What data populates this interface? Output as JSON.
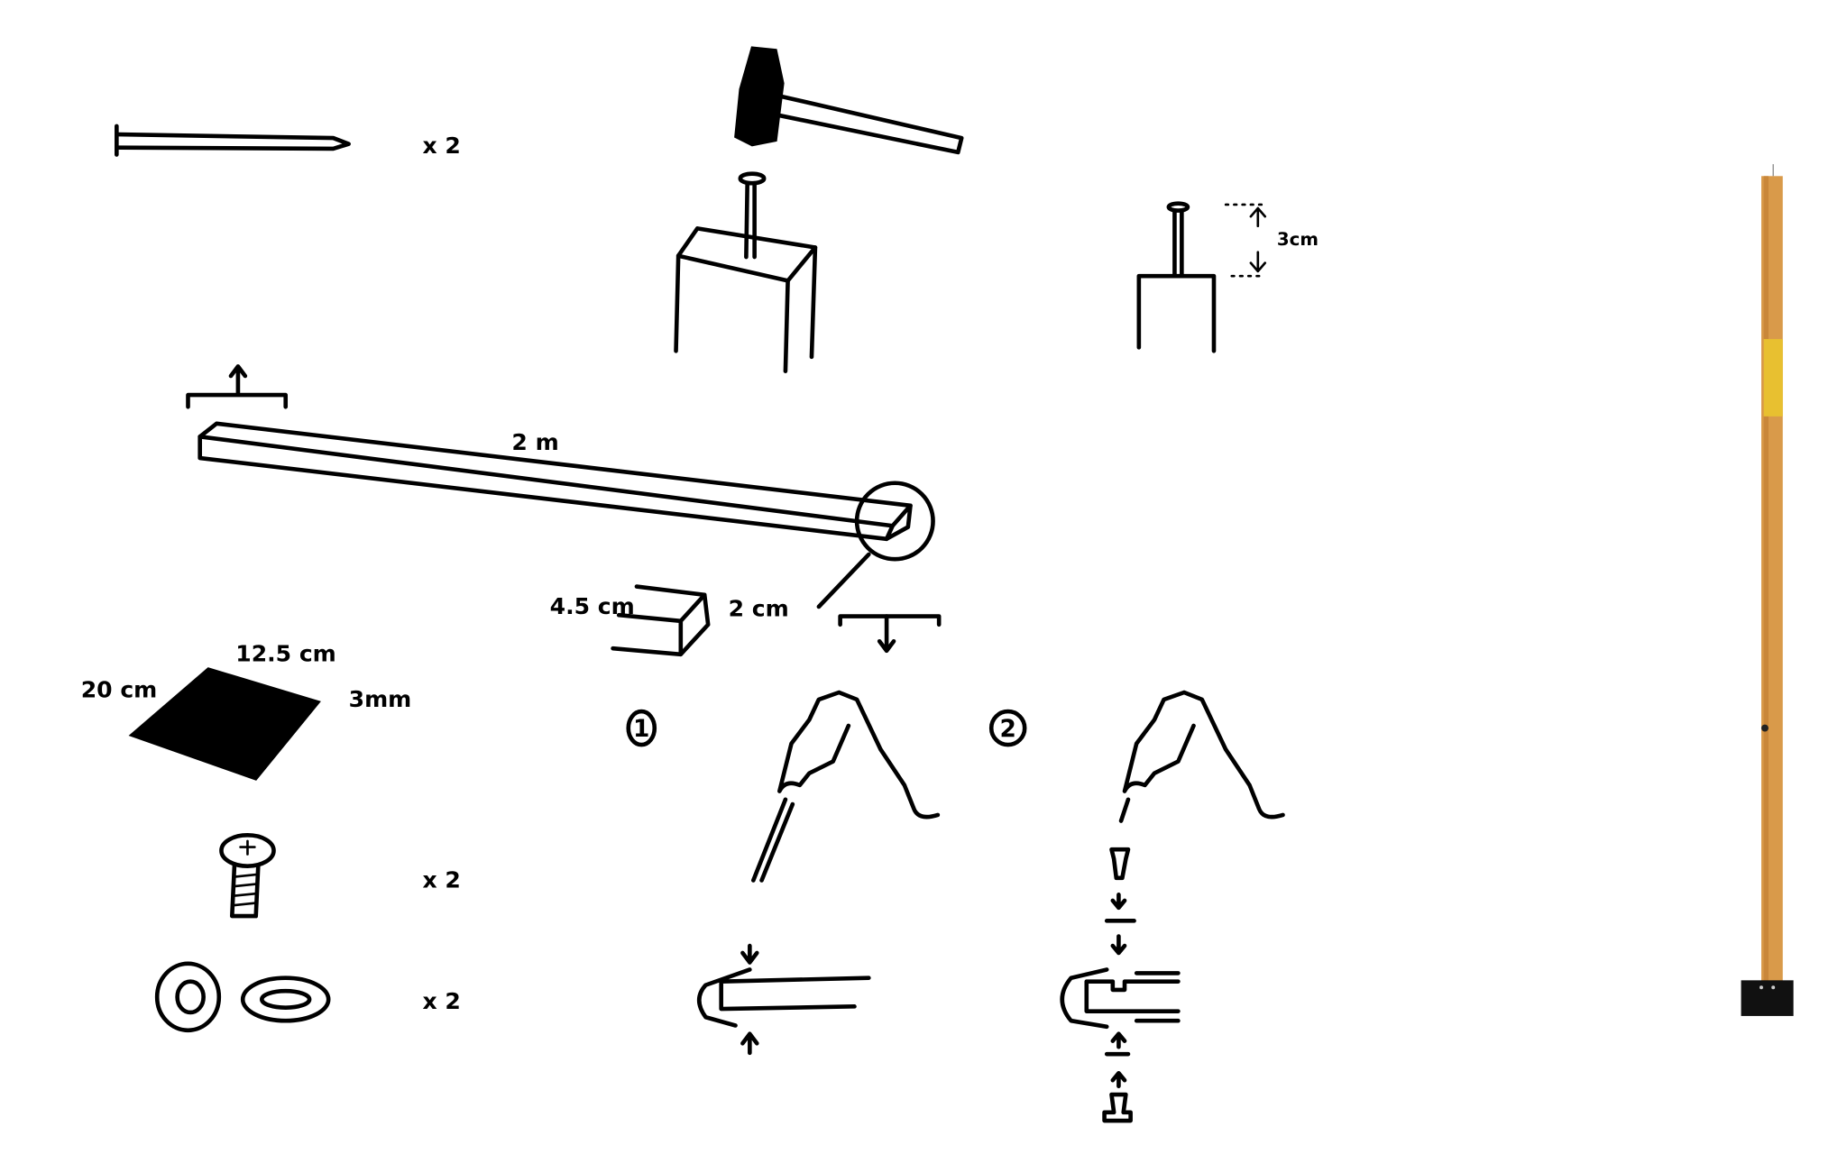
{
  "parts": {
    "nail_quantity": "x 2",
    "screw_quantity": "x 2",
    "washer_quantity": "x 2"
  },
  "dimensions": {
    "nail_height": "3cm",
    "plank_length": "2 m",
    "plank_width": "4.5 cm",
    "plank_thickness": "2 cm",
    "pad_width": "12.5 cm",
    "pad_length": "20 cm",
    "pad_thickness": "3mm"
  },
  "steps": {
    "step1": "1",
    "step2": "2"
  },
  "colors": {
    "ink": "#000000",
    "wood": "#d99a4a",
    "wood_tape": "#e8c030"
  }
}
